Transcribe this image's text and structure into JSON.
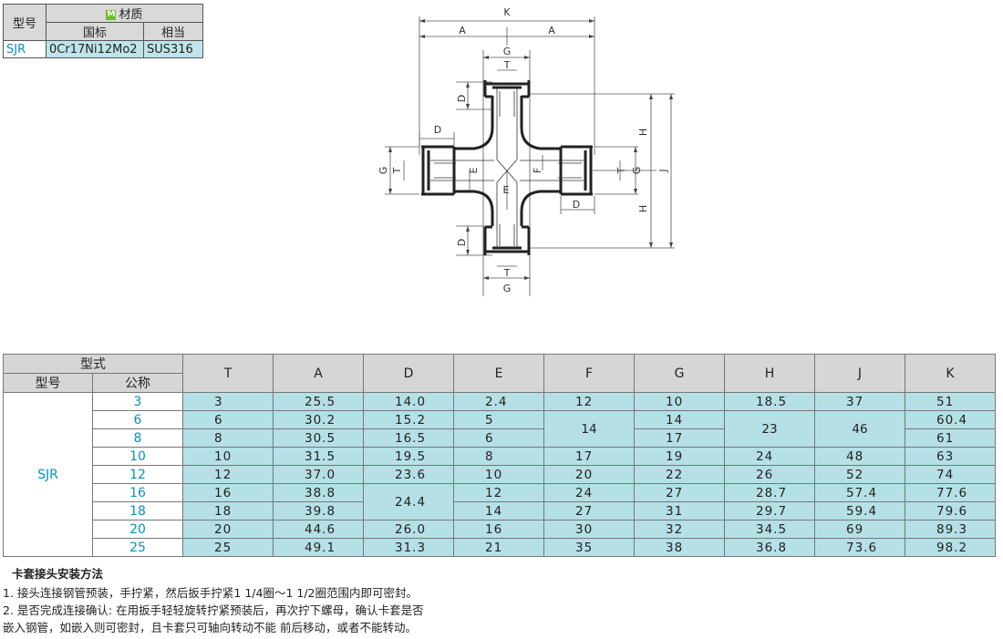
{
  "material_table": {
    "col_model": "型号",
    "material_label": "材质",
    "badge": "M",
    "col_gb": "国标",
    "col_equiv": "相当",
    "row": {
      "model": "SJR",
      "gb": "0Cr17Ni12Mo2",
      "equiv": "SUS316"
    }
  },
  "drawing": {
    "labels": {
      "K": "K",
      "A": "A",
      "G": "G",
      "T": "T",
      "D": "D",
      "E": "E",
      "F": "F",
      "H": "H",
      "J": "J"
    }
  },
  "spec_table": {
    "header_type": "型式",
    "header_model": "型号",
    "header_nominal": "公称",
    "columns": [
      "T",
      "A",
      "D",
      "E",
      "F",
      "G",
      "H",
      "J",
      "K"
    ],
    "model": "SJR",
    "rows": [
      {
        "nominal": "3",
        "T": "3",
        "A": "25.5",
        "D": "14.0",
        "E": "2.4",
        "F": "12",
        "G": "10",
        "H": "18.5",
        "J": "37",
        "K": "51"
      },
      {
        "nominal": "6",
        "T": "6",
        "A": "30.2",
        "D": "15.2",
        "E": "5",
        "F": "14",
        "G": "14",
        "H": "23",
        "J": "46",
        "K": "60.4"
      },
      {
        "nominal": "8",
        "T": "8",
        "A": "30.5",
        "D": "16.5",
        "E": "6",
        "F": "",
        "G": "17",
        "H": "",
        "J": "",
        "K": "61"
      },
      {
        "nominal": "10",
        "T": "10",
        "A": "31.5",
        "D": "19.5",
        "E": "8",
        "F": "17",
        "G": "19",
        "H": "24",
        "J": "48",
        "K": "63"
      },
      {
        "nominal": "12",
        "T": "12",
        "A": "37.0",
        "D": "23.6",
        "E": "10",
        "F": "20",
        "G": "22",
        "H": "26",
        "J": "52",
        "K": "74"
      },
      {
        "nominal": "16",
        "T": "16",
        "A": "38.8",
        "D": "24.4",
        "E": "12",
        "F": "24",
        "G": "27",
        "H": "28.7",
        "J": "57.4",
        "K": "77.6"
      },
      {
        "nominal": "18",
        "T": "18",
        "A": "39.8",
        "D": "",
        "E": "14",
        "F": "27",
        "G": "31",
        "H": "29.7",
        "J": "59.4",
        "K": "79.6"
      },
      {
        "nominal": "20",
        "T": "20",
        "A": "44.6",
        "D": "26.0",
        "E": "16",
        "F": "30",
        "G": "32",
        "H": "34.5",
        "J": "69",
        "K": "89.3"
      },
      {
        "nominal": "25",
        "T": "25",
        "A": "49.1",
        "D": "31.3",
        "E": "21",
        "F": "35",
        "G": "38",
        "H": "36.8",
        "J": "73.6",
        "K": "98.2"
      }
    ]
  },
  "notes": {
    "title": "卡套接头安装方法",
    "line1": "1. 接头连接钢管预装，手拧紧，然后扳手拧紧1 1/4圈～1 1/2圈范围内即可密封。",
    "line2": "2. 是否完成连接确认: 在用扳手轻轻旋转拧紧预装后，再次拧下螺母，确认卡套是否",
    "line3": "嵌入钢管，如嵌入则可密封，且卡套只可轴向转动不能 前后移动，或者不能转动。"
  }
}
